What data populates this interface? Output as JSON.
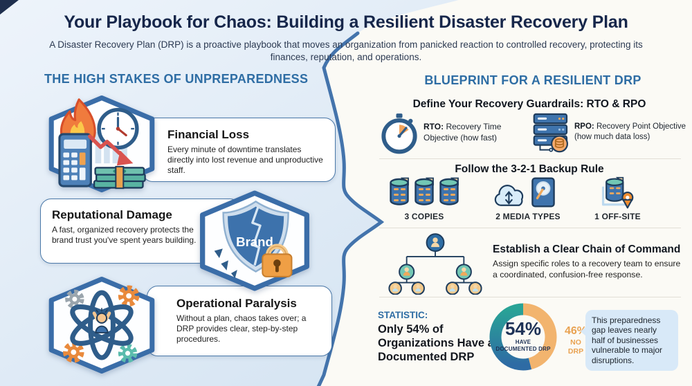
{
  "page": {
    "title": "Your Playbook for Chaos: Building a Resilient Disaster Recovery Plan",
    "subtitle": "A Disaster Recovery Plan (DRP) is a proactive playbook that moves an organization from panicked reaction to controlled recovery, protecting its finances, reputation, and operations."
  },
  "colors": {
    "accent_blue": "#2e6da4",
    "navy": "#16264a",
    "teal": "#29a396",
    "donut_blue": "#2e6ba4",
    "orange": "#f2b46e",
    "left_panel_bg": "#dce8f4",
    "right_panel_bg": "#fbfaf5"
  },
  "left": {
    "heading": "THE HIGH STAKES OF UNPREPAREDNESS",
    "items": [
      {
        "icon": "burning-money-clock-icon",
        "title": "Financial Loss",
        "description": "Every minute of downtime translates directly into lost revenue and unproductive staff."
      },
      {
        "icon": "broken-brand-shield-lock-icon",
        "shield_label": "Brand",
        "title": "Reputational Damage",
        "description": "A fast, organized recovery protects the brand trust you've spent years building."
      },
      {
        "icon": "chaos-tangle-gears-icon",
        "title": "Operational Paralysis",
        "description": "Without a plan, chaos takes over; a DRP provides clear, step-by-step procedures."
      }
    ]
  },
  "right": {
    "heading": "BLUEPRINT FOR A RESILIENT DRP",
    "guardrails": {
      "heading": "Define Your Recovery Guardrails: RTO & RPO",
      "rto_icon": "stopwatch-icon",
      "rto_abbr": "RTO:",
      "rto_text": " Recovery Time Objective (how fast)",
      "rpo_icon": "server-database-icon",
      "rpo_abbr": "RPO:",
      "rpo_text": " Recovery Point Objective (how much data loss)"
    },
    "backup_rule": {
      "heading": "Follow the 3-2-1 Backup Rule",
      "items": [
        {
          "icon": "three-databases-icon",
          "label": "3 COPIES"
        },
        {
          "icon": "cloud-and-harddrive-icon",
          "label": "2 MEDIA TYPES"
        },
        {
          "icon": "offsite-database-pin-icon",
          "label": "1 OFF-SITE"
        }
      ]
    },
    "chain_of_command": {
      "icon": "org-chart-icon",
      "heading": "Establish a Clear Chain of Command",
      "description": "Assign specific roles to a recovery team to ensure a coordinated, confusion-free response."
    },
    "statistic": {
      "label": "STATISTIC:",
      "headline": "Only 54% of Organizations Have a Documented DRP",
      "donut_value": "54%",
      "donut_value_label": "HAVE DOCUMENTED DRP",
      "remainder_value": "46%",
      "remainder_label": "NO DRP",
      "note": "This preparedness gap leaves nearly half of businesses vulnerable to major disruptions."
    }
  },
  "chart_data": {
    "type": "pie",
    "donut": true,
    "title": "Only 54% of Organizations Have a Documented DRP",
    "slices": [
      {
        "label": "HAVE DOCUMENTED DRP",
        "value": 54,
        "colors": [
          "#29a396",
          "#2e6ba4"
        ]
      },
      {
        "label": "NO DRP",
        "value": 46,
        "colors": [
          "#f2b46e"
        ]
      }
    ],
    "center_text": "54%",
    "legend_position": "right"
  }
}
